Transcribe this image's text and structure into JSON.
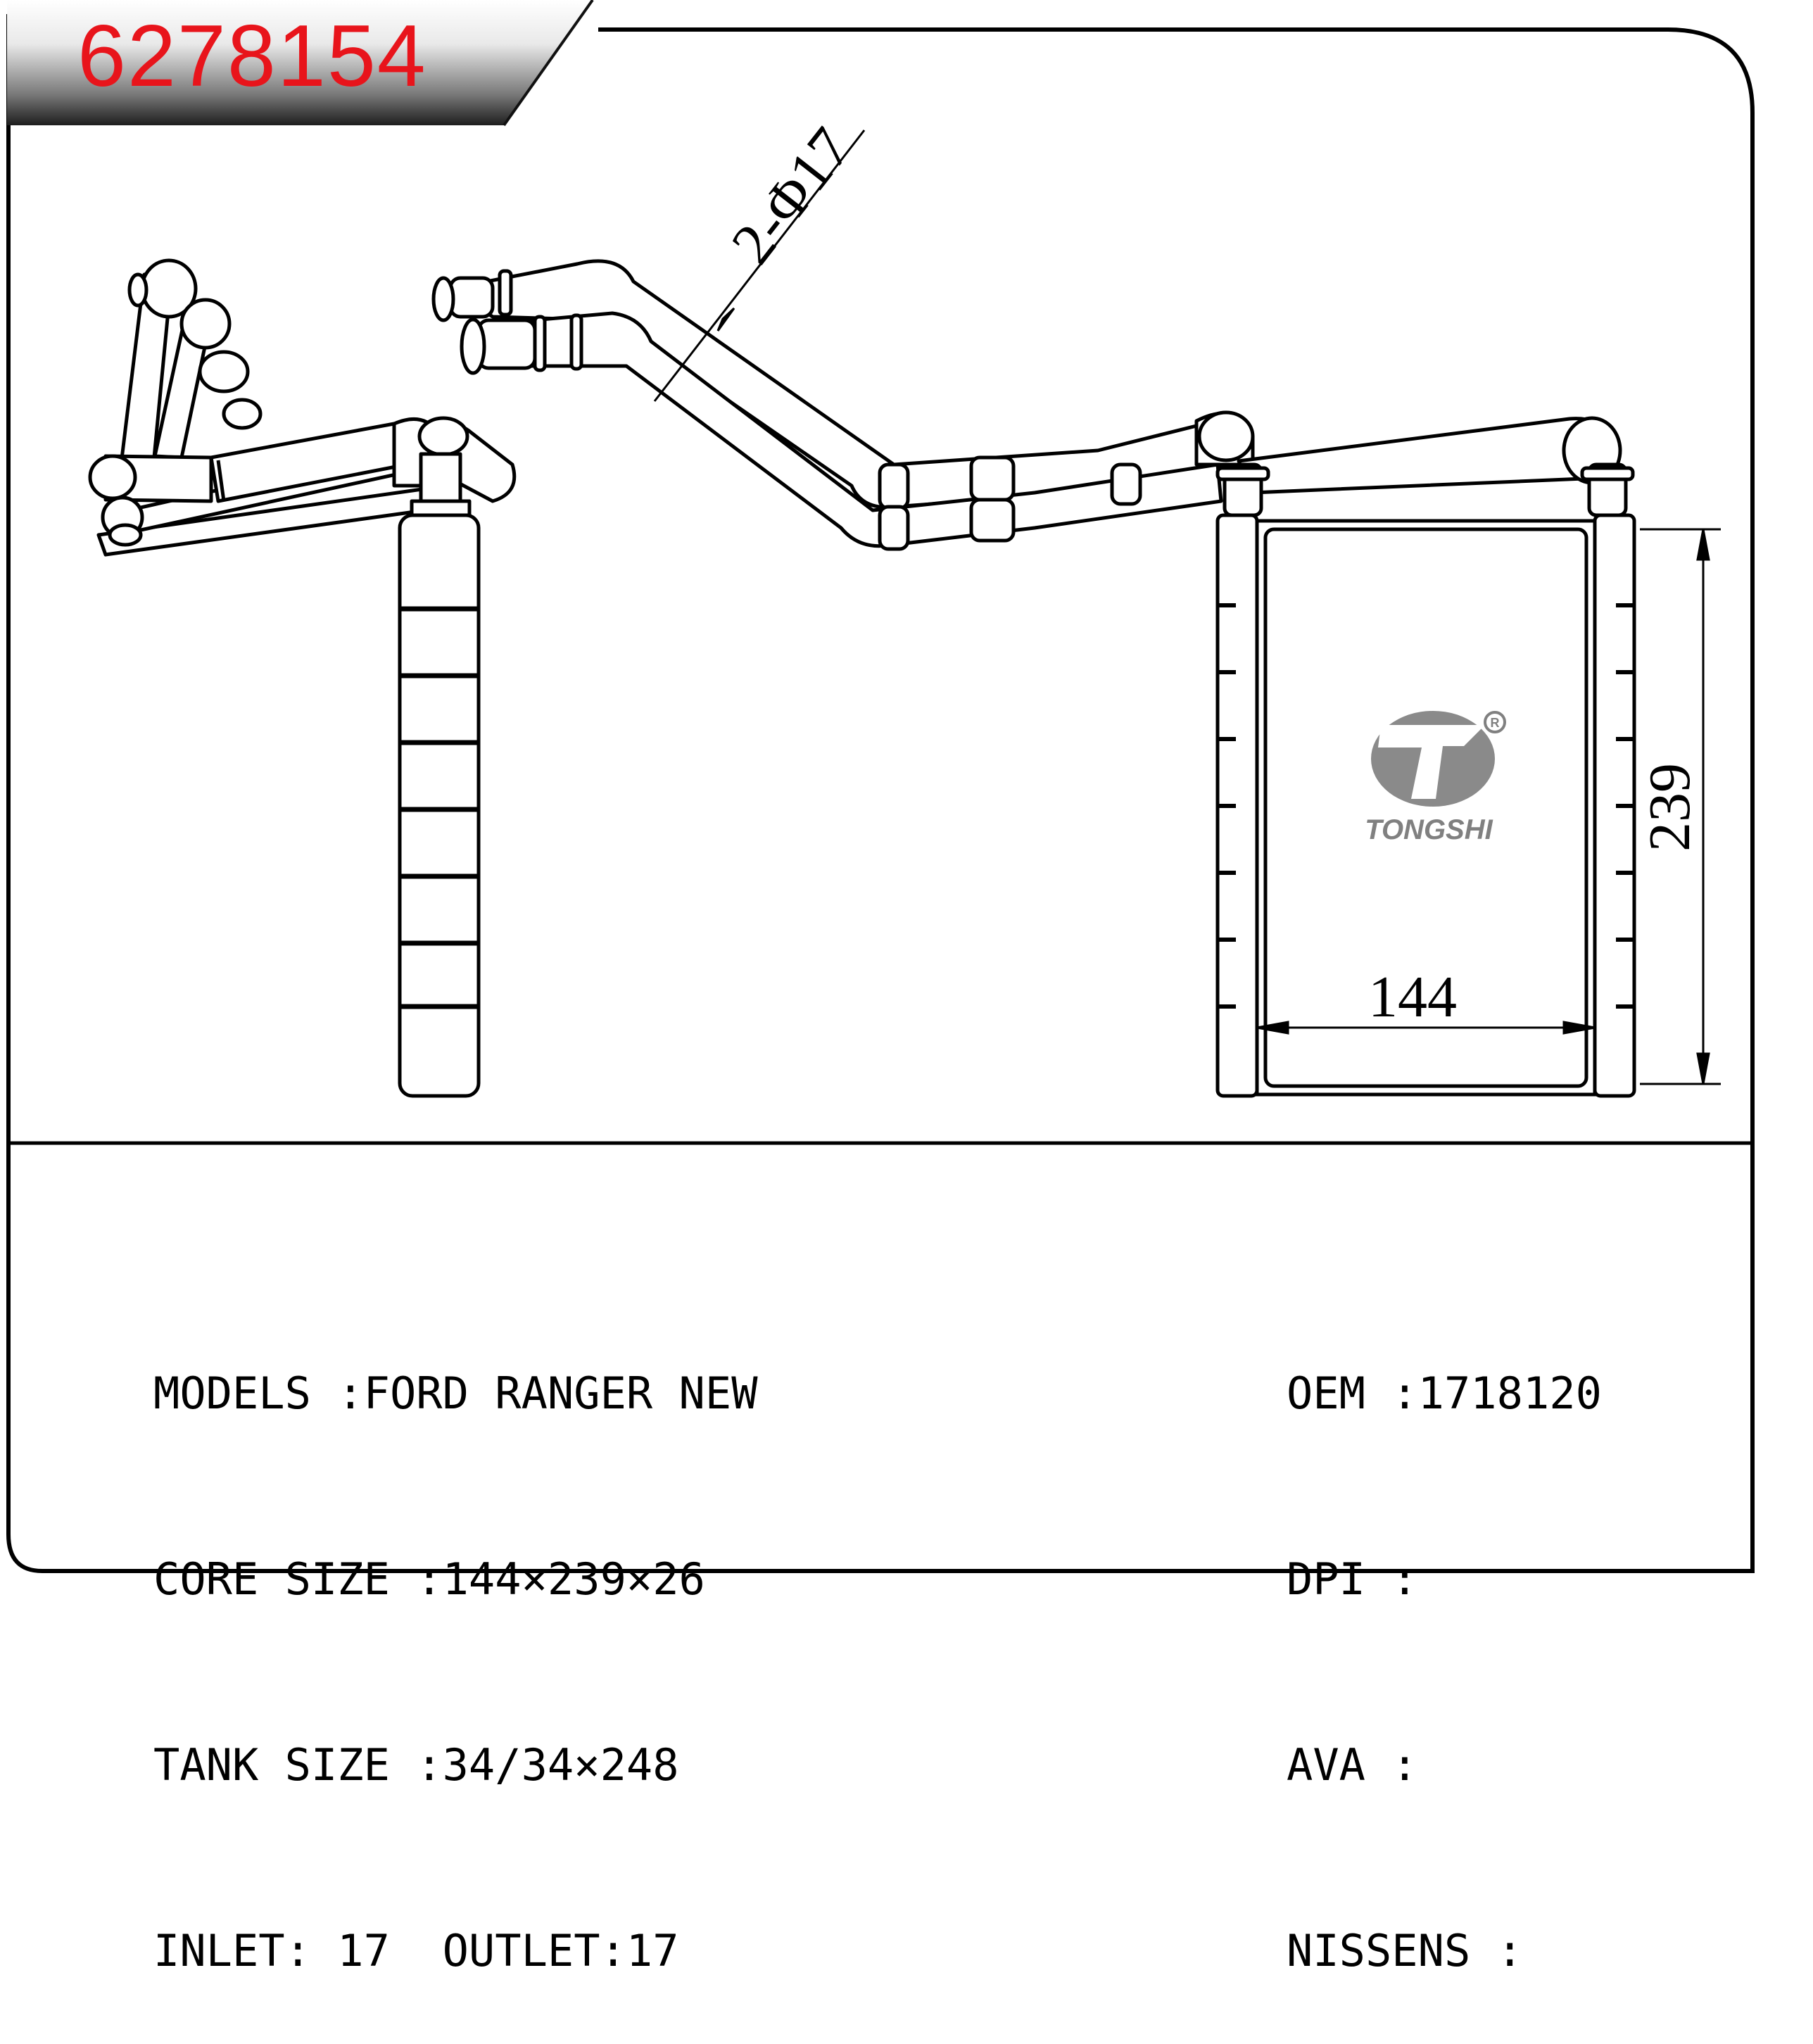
{
  "part_number": "6278154",
  "dimensions": {
    "inlet_label": "2-Φ17",
    "height": "239",
    "width": "144"
  },
  "logo": {
    "brand": "TONGSHI",
    "registered": "®"
  },
  "specs_left": [
    {
      "label": "MODELS :",
      "value": "FORD RANGER NEW"
    },
    {
      "label": "CORE SIZE :",
      "value": "144×239×26"
    },
    {
      "label": "TANK SIZE :",
      "value": "34/34×248"
    },
    {
      "label": "INLET: 17  OUTLET:",
      "value": "17"
    }
  ],
  "specs_right": [
    {
      "label": "OEM :",
      "value": "1718120"
    },
    {
      "label": "DPI :",
      "value": ""
    },
    {
      "label": "AVA :",
      "value": ""
    },
    {
      "label": "NISSENS :",
      "value": ""
    }
  ],
  "colors": {
    "part_number": "#e8141b",
    "banner": "#2a2a2a",
    "logo": "#808080"
  }
}
